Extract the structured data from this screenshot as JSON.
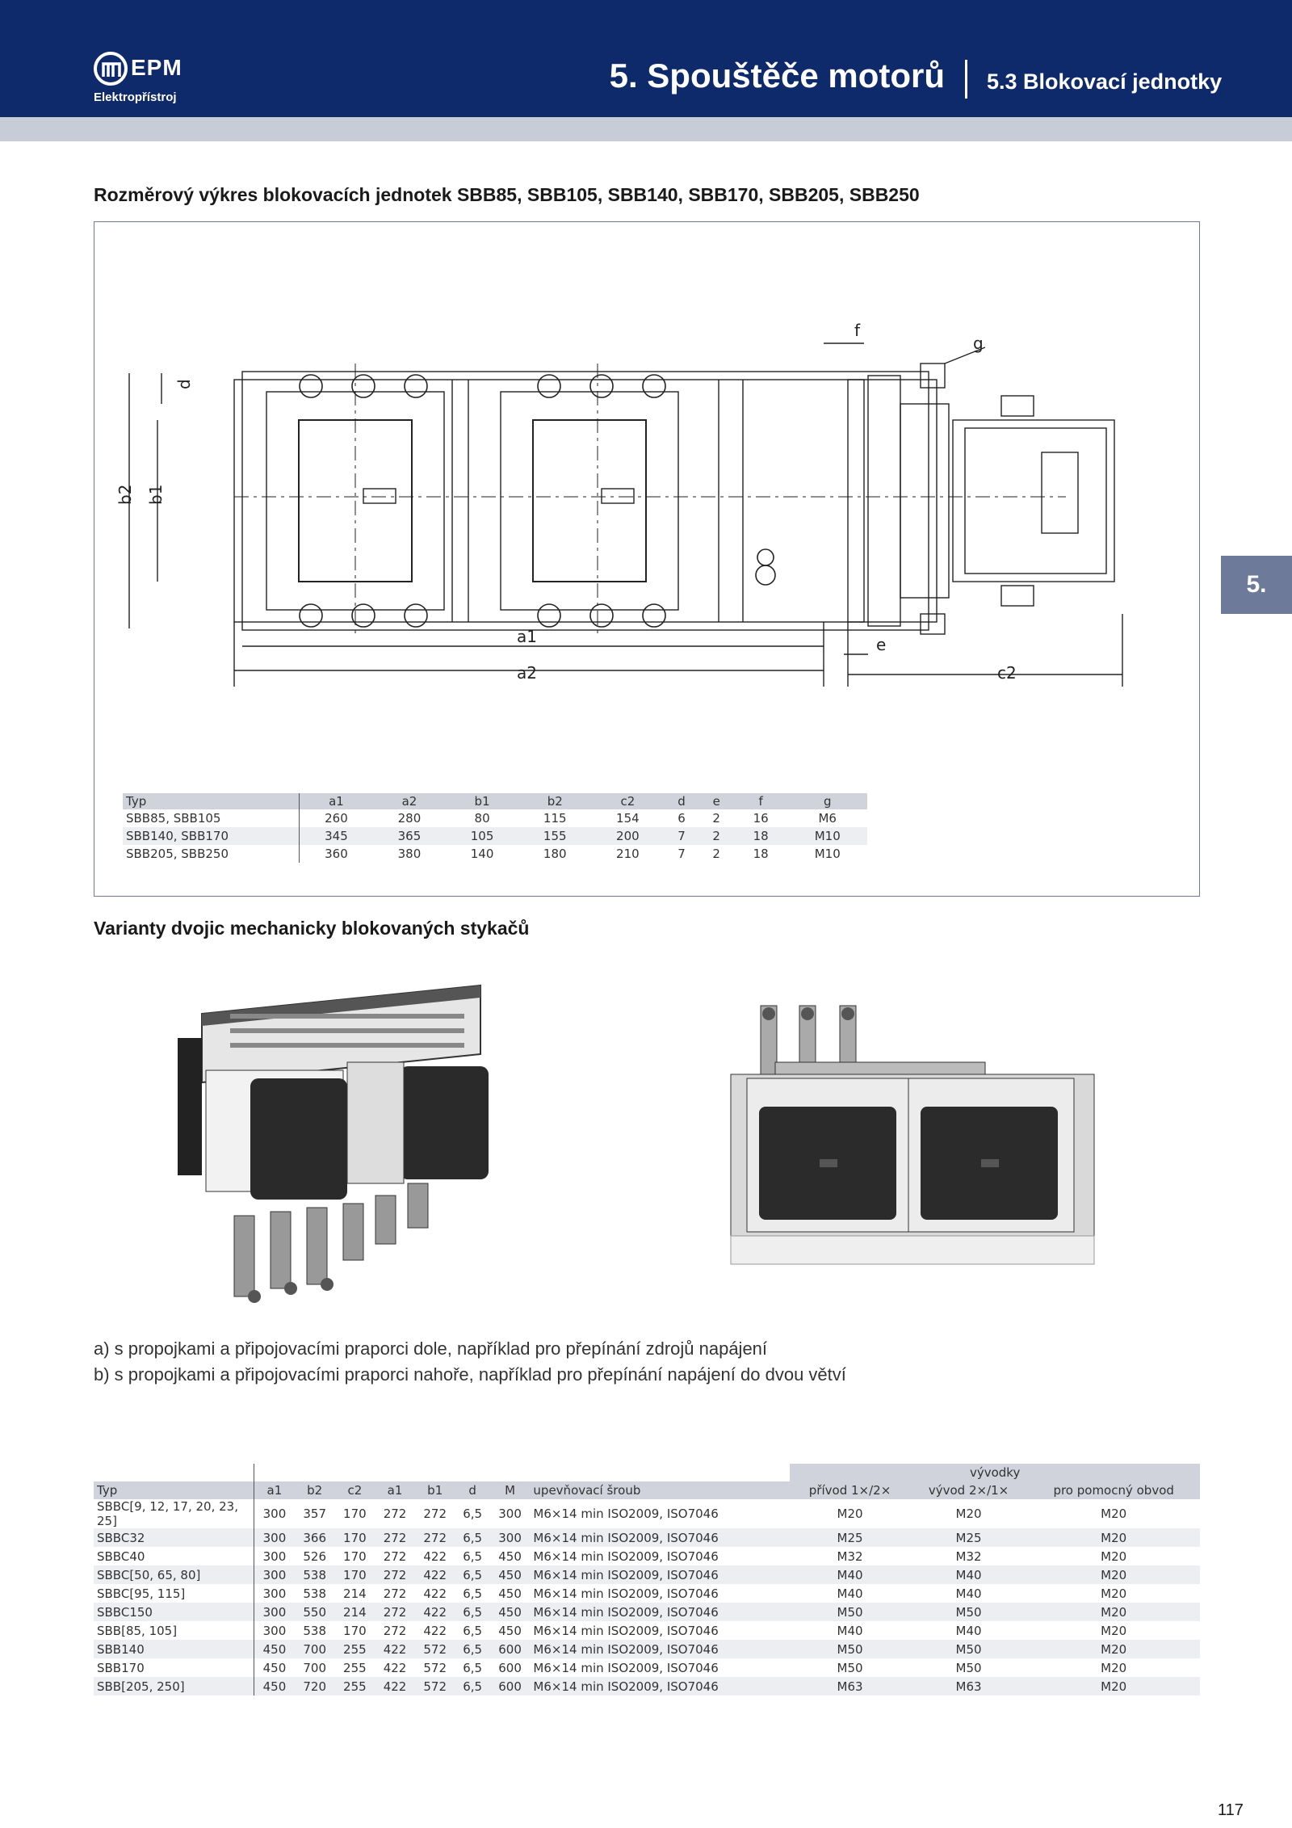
{
  "header": {
    "logo_text": "EPM",
    "logo_sub": "Elektropřístroj",
    "title": "5. Spouštěče motorů",
    "subtitle": "5.3 Blokovací jednotky",
    "side_tab": "5."
  },
  "section1": {
    "title": "Rozměrový výkres blokovacích jednotek SBB85, SBB105, SBB140, SBB170, SBB205, SBB250",
    "drawing_labels": {
      "f": "f",
      "g": "g",
      "d": "d",
      "b1": "b1",
      "b2": "b2",
      "a1": "a1",
      "a2": "a2",
      "e": "e",
      "c2": "c2"
    },
    "table": {
      "headers": [
        "Typ",
        "a1",
        "a2",
        "b1",
        "b2",
        "c2",
        "d",
        "e",
        "f",
        "g"
      ],
      "rows": [
        [
          "SBB85, SBB105",
          "260",
          "280",
          "80",
          "115",
          "154",
          "6",
          "2",
          "16",
          "M6"
        ],
        [
          "SBB140, SBB170",
          "345",
          "365",
          "105",
          "155",
          "200",
          "7",
          "2",
          "18",
          "M10"
        ],
        [
          "SBB205, SBB250",
          "360",
          "380",
          "140",
          "180",
          "210",
          "7",
          "2",
          "18",
          "M10"
        ]
      ]
    }
  },
  "section2": {
    "title": "Varianty dvojic mechanicky blokovaných stykačů",
    "caption_a": "a) s propojkami a připojovacími praporci dole, například pro přepínání zdrojů napájení",
    "caption_b": "b) s propojkami a připojovacími praporci nahoře, například pro přepínání napájení do dvou větví"
  },
  "main_table": {
    "group_header": "vývodky",
    "headers": [
      "Typ",
      "a1",
      "b2",
      "c2",
      "a1",
      "b1",
      "d",
      "M",
      "upevňovací šroub",
      "přívod 1×/2×",
      "vývod 2×/1×",
      "pro pomocný obvod"
    ],
    "rows": [
      [
        "SBBC[9, 12, 17, 20, 23, 25]",
        "300",
        "357",
        "170",
        "272",
        "272",
        "6,5",
        "300",
        "M6×14 min ISO2009, ISO7046",
        "M20",
        "M20",
        "M20"
      ],
      [
        "SBBC32",
        "300",
        "366",
        "170",
        "272",
        "272",
        "6,5",
        "300",
        "M6×14 min ISO2009, ISO7046",
        "M25",
        "M25",
        "M20"
      ],
      [
        "SBBC40",
        "300",
        "526",
        "170",
        "272",
        "422",
        "6,5",
        "450",
        "M6×14 min ISO2009, ISO7046",
        "M32",
        "M32",
        "M20"
      ],
      [
        "SBBC[50, 65, 80]",
        "300",
        "538",
        "170",
        "272",
        "422",
        "6,5",
        "450",
        "M6×14 min ISO2009, ISO7046",
        "M40",
        "M40",
        "M20"
      ],
      [
        "SBBC[95, 115]",
        "300",
        "538",
        "214",
        "272",
        "422",
        "6,5",
        "450",
        "M6×14 min ISO2009, ISO7046",
        "M40",
        "M40",
        "M20"
      ],
      [
        "SBBC150",
        "300",
        "550",
        "214",
        "272",
        "422",
        "6,5",
        "450",
        "M6×14 min ISO2009, ISO7046",
        "M50",
        "M50",
        "M20"
      ],
      [
        "SBB[85, 105]",
        "300",
        "538",
        "170",
        "272",
        "422",
        "6,5",
        "450",
        "M6×14 min ISO2009, ISO7046",
        "M40",
        "M40",
        "M20"
      ],
      [
        "SBB140",
        "450",
        "700",
        "255",
        "422",
        "572",
        "6,5",
        "600",
        "M6×14 min ISO2009, ISO7046",
        "M50",
        "M50",
        "M20"
      ],
      [
        "SBB170",
        "450",
        "700",
        "255",
        "422",
        "572",
        "6,5",
        "600",
        "M6×14 min ISO2009, ISO7046",
        "M50",
        "M50",
        "M20"
      ],
      [
        "SBB[205, 250]",
        "450",
        "720",
        "255",
        "422",
        "572",
        "6,5",
        "600",
        "M6×14 min ISO2009, ISO7046",
        "M63",
        "M63",
        "M20"
      ]
    ]
  },
  "page_number": "117"
}
